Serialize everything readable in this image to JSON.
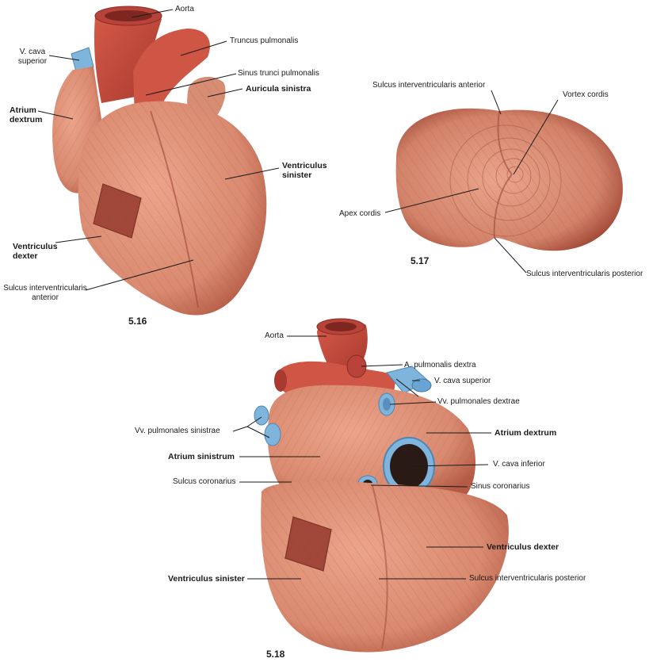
{
  "colors": {
    "myocardium": "#d98a70",
    "myocardium_dark": "#b45a45",
    "artery": "#c94a3c",
    "vein": "#7fb4dc",
    "fiber": "#a8563f"
  },
  "figures": {
    "fig16": {
      "number": "5.16",
      "labels": {
        "aorta": "Aorta",
        "truncus": "Truncus pulmonalis",
        "vcava": "V. cava\nsuperior",
        "sinus_trunci": "Sinus trunci pulmonalis",
        "auricula": "Auricula sinistra",
        "atrium": "Atrium\ndextrum",
        "ventr_sin": "Ventriculus\nsinister",
        "ventr_dex": "Ventriculus\ndexter",
        "sulcus_ant": "Sulcus interventricularis\nanterior"
      }
    },
    "fig17": {
      "number": "5.17",
      "labels": {
        "sulcus_ant": "Sulcus interventricularis anterior",
        "vortex": "Vortex cordis",
        "apex": "Apex cordis",
        "sulcus_post": "Sulcus interventricularis posterior"
      }
    },
    "fig18": {
      "number": "5.18",
      "labels": {
        "aorta": "Aorta",
        "a_pulm_dex": "A. pulmonalis dextra",
        "vcava_sup": "V. cava superior",
        "vv_pulm_dex": "Vv. pulmonales dextrae",
        "vv_pulm_sin": "Vv. pulmonales sinistrae",
        "atrium_dex": "Atrium dextrum",
        "atrium_sin": "Atrium sinistrum",
        "vcava_inf": "V. cava inferior",
        "sulcus_cor": "Sulcus coronarius",
        "sinus_cor": "Sinus coronarius",
        "ventr_dex": "Ventriculus dexter",
        "ventr_sin": "Ventriculus sinister",
        "sulcus_post": "Sulcus interventricularis posterior"
      }
    }
  }
}
